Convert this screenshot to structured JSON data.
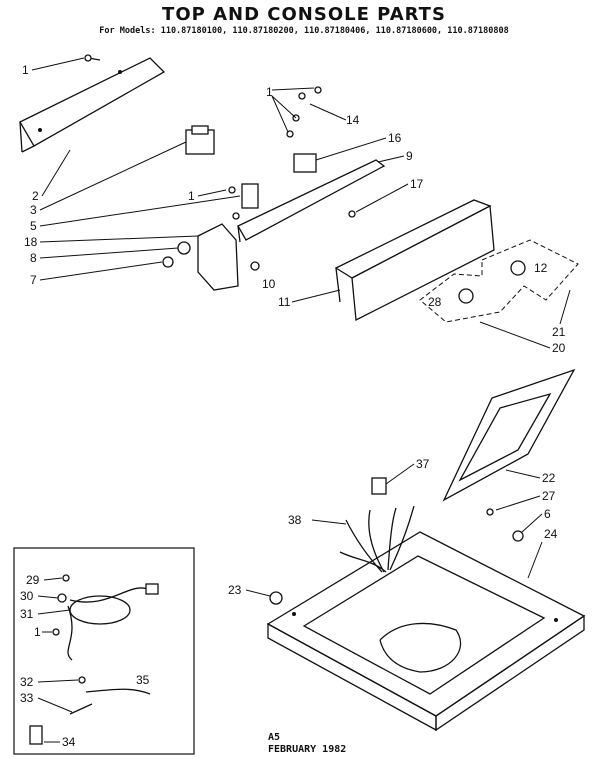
{
  "title": "TOP AND CONSOLE PARTS",
  "models": "For Models: 110.87180100, 110.87180200, 110.87180406, 110.87180600, 110.87180808",
  "footer": {
    "code": "A5",
    "date": "FEBRUARY 1982"
  },
  "labels": {
    "l1a": "1",
    "l1b": "1",
    "l1c": "1",
    "l1d": "1",
    "l2": "2",
    "l3": "3",
    "l5": "5",
    "l6": "6",
    "l7": "7",
    "l8": "8",
    "l9": "9",
    "l10": "10",
    "l11": "11",
    "l12": "12",
    "l14": "14",
    "l16": "16",
    "l17": "17",
    "l18": "18",
    "l20": "20",
    "l21": "21",
    "l22": "22",
    "l23": "23",
    "l24": "24",
    "l27": "27",
    "l28": "28",
    "l29": "29",
    "l30": "30",
    "l31": "31",
    "l32": "32",
    "l33": "33",
    "l34": "34",
    "l35": "35",
    "l37": "37",
    "l38": "38"
  }
}
